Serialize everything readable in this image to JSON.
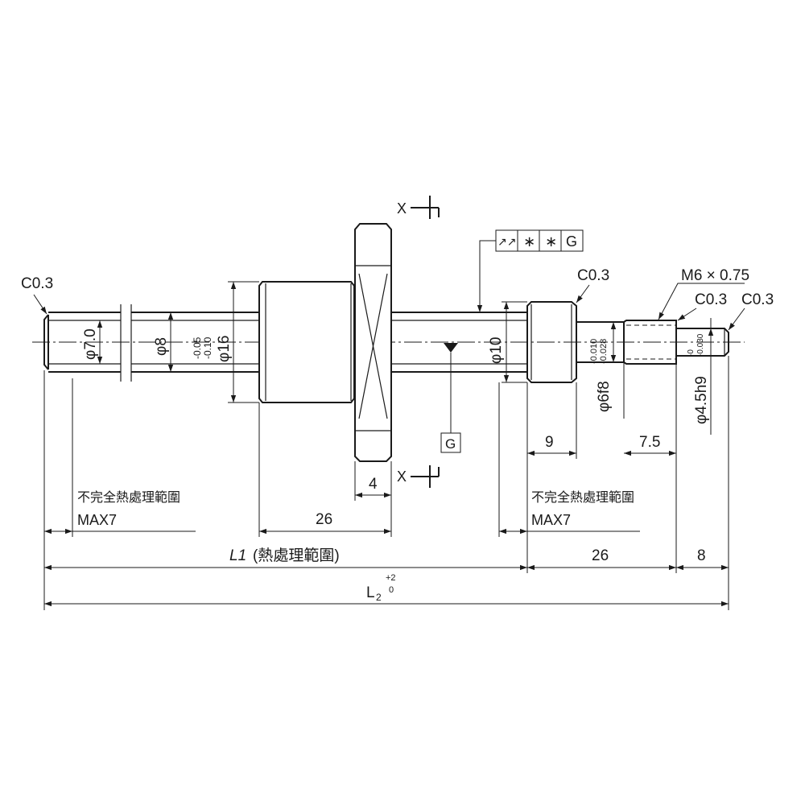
{
  "labels": {
    "chamfer_left": "C0.3",
    "chamfer_mid": "C0.3",
    "chamfer_r1": "C0.3",
    "chamfer_r2": "C0.3",
    "thread": "M6 × 0.75",
    "section_mark": "X",
    "datum": "G",
    "gdt_symbol": "↗↗",
    "gdt_value1": "∗",
    "gdt_value2": "∗",
    "gdt_datum": "G",
    "dia_7": "φ7.0",
    "dia_8": "φ8",
    "dia_16": "φ16",
    "tol_16_upper": "-0.05",
    "tol_16_lower": "-0.10",
    "dia_10": "φ10",
    "dia_6": "φ6f8",
    "tol_6_upper": "-0.010",
    "tol_6_lower": "-0.028",
    "dia_45": "φ4.5h9",
    "tol_45_upper": "-0",
    "tol_45_lower": "-0.030",
    "heat_note_left_1": "不完全熱處理範圍",
    "heat_note_left_2": "MAX7",
    "heat_note_right_1": "不完全熱處理範圍",
    "heat_note_right_2": "MAX7"
  },
  "dimensions": {
    "nut_width": "4",
    "nut_body": "26",
    "bearing_seat": "9",
    "thread_len": "7.5",
    "l1": "L1",
    "l1_note": "(熱處理範圍)",
    "right_26": "26",
    "right_8": "8",
    "l2": "L",
    "l2_sub": "2",
    "l2_tol_upper": "+2",
    "l2_tol_lower": "0"
  }
}
